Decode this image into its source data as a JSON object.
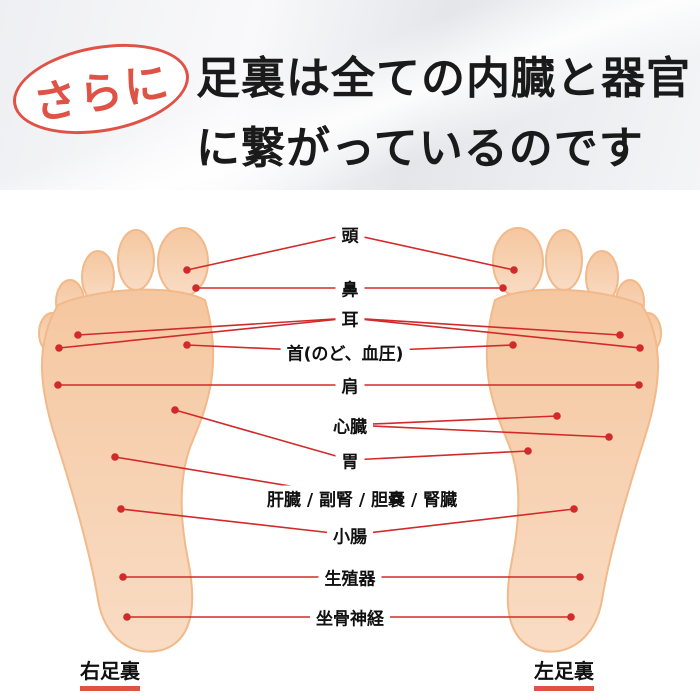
{
  "header": {
    "badge": "さらに",
    "line1": "足裏は全ての内臓と器官",
    "line2": "に繋がっているのです"
  },
  "labels": {
    "head": "頭",
    "nose": "鼻",
    "ear": "耳",
    "neck": "首(のど、血圧)",
    "shoulder": "肩",
    "heart": "心臓",
    "stomach": "胃",
    "organs": "肝臓 / 副腎 / 胆嚢 / 腎臓",
    "small_intestine": "小腸",
    "reproductive": "生殖器",
    "sciatic": "坐骨神経"
  },
  "feet": {
    "right": "右足裏",
    "left": "左足裏"
  },
  "colors": {
    "accent": "#e05246",
    "line": "#d22a2a",
    "foot_fill": "#f8d3b1",
    "foot_edge": "#f2b98a"
  }
}
